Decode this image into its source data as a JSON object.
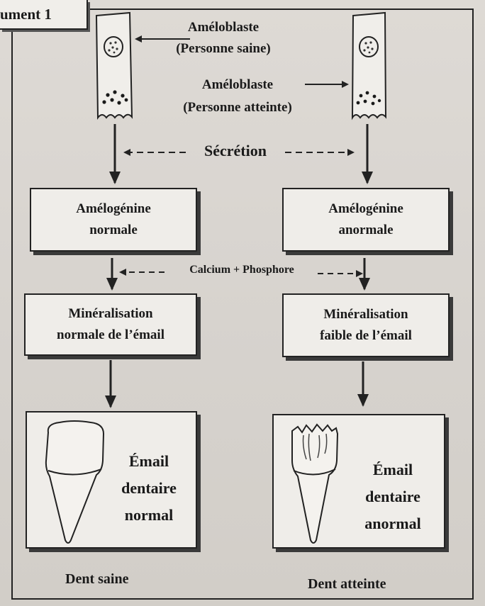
{
  "document_label": "ument 1",
  "cells": {
    "healthy_label_line1": "Améloblaste",
    "healthy_label_line2": "(Personne saine)",
    "affected_label_line1": "Améloblaste",
    "affected_label_line2": "(Personne atteinte)"
  },
  "secretion_label": "Sécrétion",
  "calcium_label": "Calcium + Phosphore",
  "left_column": {
    "protein_line1": "Amélogénine",
    "protein_line2": "normale",
    "mineral_line1": "Minéralisation",
    "mineral_line2": "normale de l’émail",
    "enamel_line1": "Émail",
    "enamel_line2": "dentaire",
    "enamel_line3": "normal",
    "caption": "Dent saine"
  },
  "right_column": {
    "protein_line1": "Amélogénine",
    "protein_line2": "anormale",
    "mineral_line1": "Minéralisation",
    "mineral_line2": "faible de l’émail",
    "enamel_line1": "Émail",
    "enamel_line2": "dentaire",
    "enamel_line3": "anormal",
    "caption": "Dent atteinte"
  }
}
